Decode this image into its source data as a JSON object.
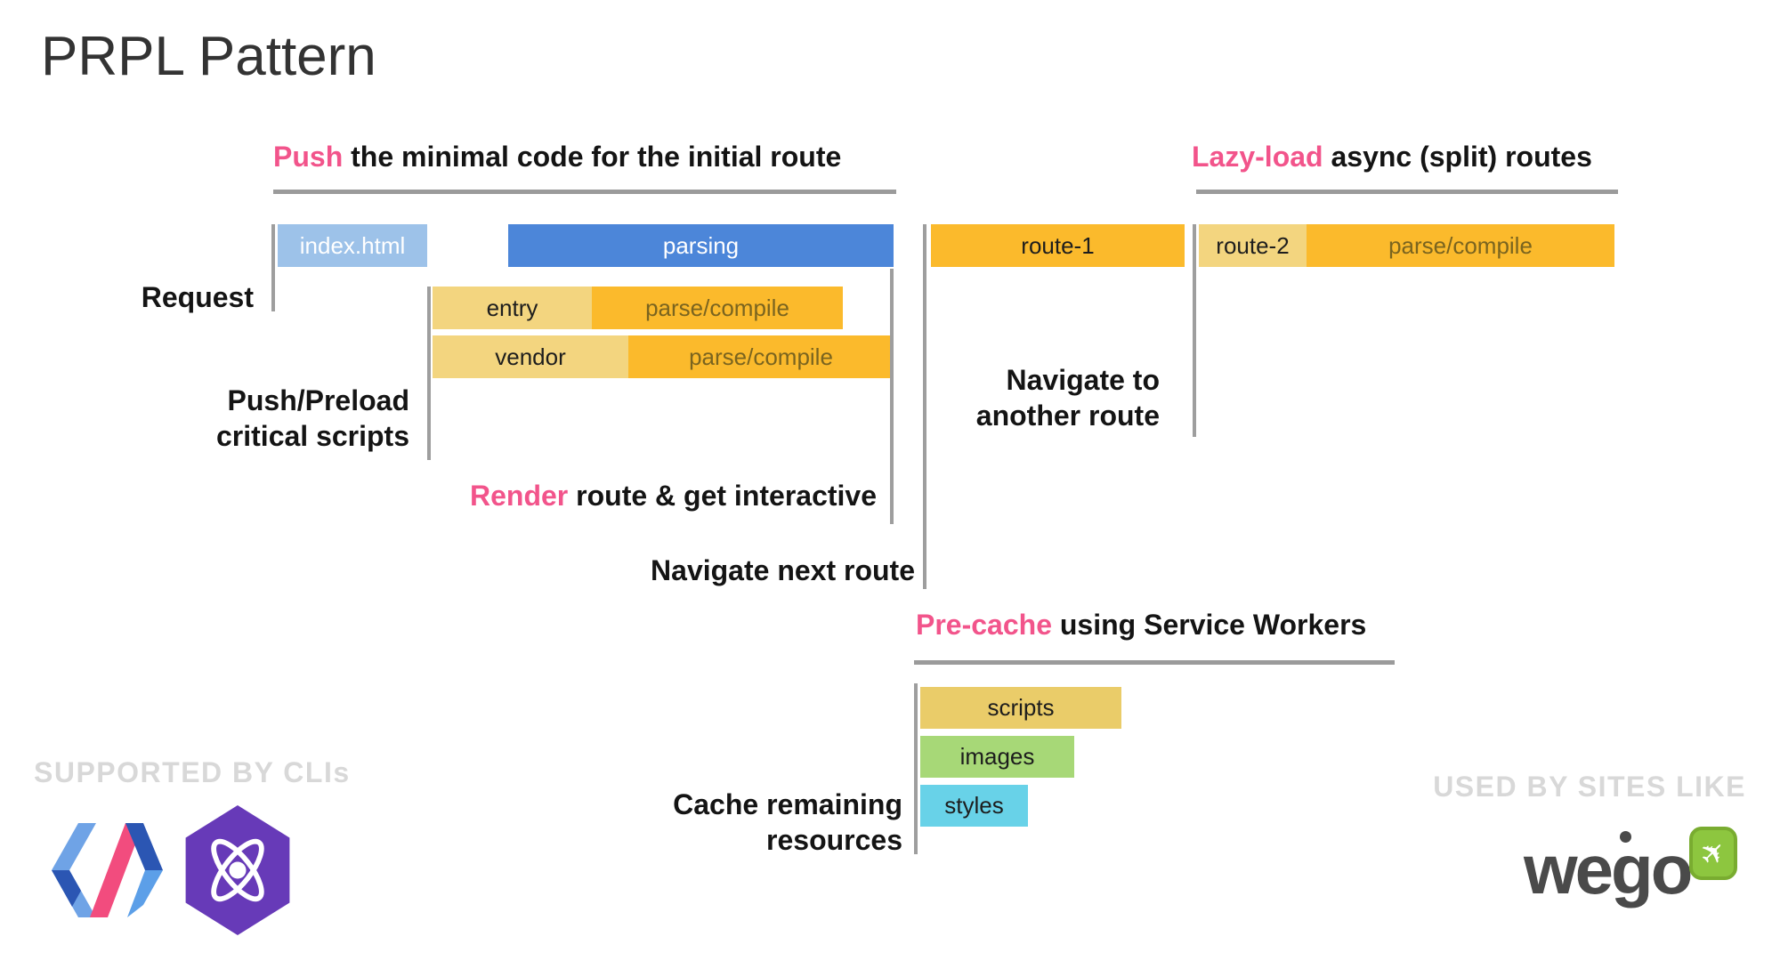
{
  "title": "PRPL Pattern",
  "headings": {
    "push": {
      "highlight": "Push",
      "rest": " the minimal code for the initial route"
    },
    "lazy": {
      "highlight": "Lazy-load",
      "rest": " async (split) routes"
    },
    "precache": {
      "highlight": "Pre-cache",
      "rest": " using Service Workers"
    },
    "render": {
      "highlight": "Render",
      "rest": " route & get interactive"
    }
  },
  "labels": {
    "request": "Request",
    "push_preload": {
      "line1": "Push/Preload",
      "line2": "critical scripts"
    },
    "navigate_next": "Navigate next route",
    "navigate_another": {
      "line1": "Navigate to",
      "line2": "another route"
    },
    "cache_remaining": {
      "line1": "Cache remaining",
      "line2": "resources"
    }
  },
  "timeline": {
    "row1": {
      "index_html": "index.html",
      "parsing": "parsing",
      "route1": "route-1",
      "route2": "route-2",
      "route2_parse": "parse/compile"
    },
    "row2": {
      "entry": "entry",
      "parse": "parse/compile"
    },
    "row3": {
      "vendor": "vendor",
      "parse": "parse/compile"
    },
    "precache_bars": {
      "scripts": "scripts",
      "images": "images",
      "styles": "styles"
    }
  },
  "footer": {
    "supported": "SUPPORTED BY CLIs",
    "used": "USED BY SITES LIKE",
    "wego_wordmark": "wego"
  },
  "colors": {
    "pink": "#F2548B",
    "blue": "#4C86D9",
    "light_blue": "#9DC2E9",
    "orange": "#FBBA2C",
    "light_gold": "#F3D57F",
    "gold": "#EACC69",
    "green": "#A7D877",
    "cyan": "#68D2E8",
    "line_gray": "#9E9E9E",
    "muted_gray": "#D8D8D8",
    "preact_purple": "#673AB8",
    "wego_green": "#8DC63F"
  }
}
